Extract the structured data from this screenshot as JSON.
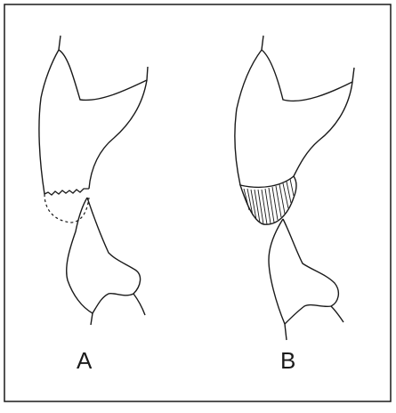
{
  "panels": [
    {
      "label": "A",
      "style": "dashed-outline",
      "stroke": "#1a1a1a"
    },
    {
      "label": "B",
      "style": "hatched-fill",
      "stroke": "#1a1a1a"
    }
  ],
  "frame": {
    "stroke": "#1a1a1a",
    "background": "#ffffff"
  }
}
